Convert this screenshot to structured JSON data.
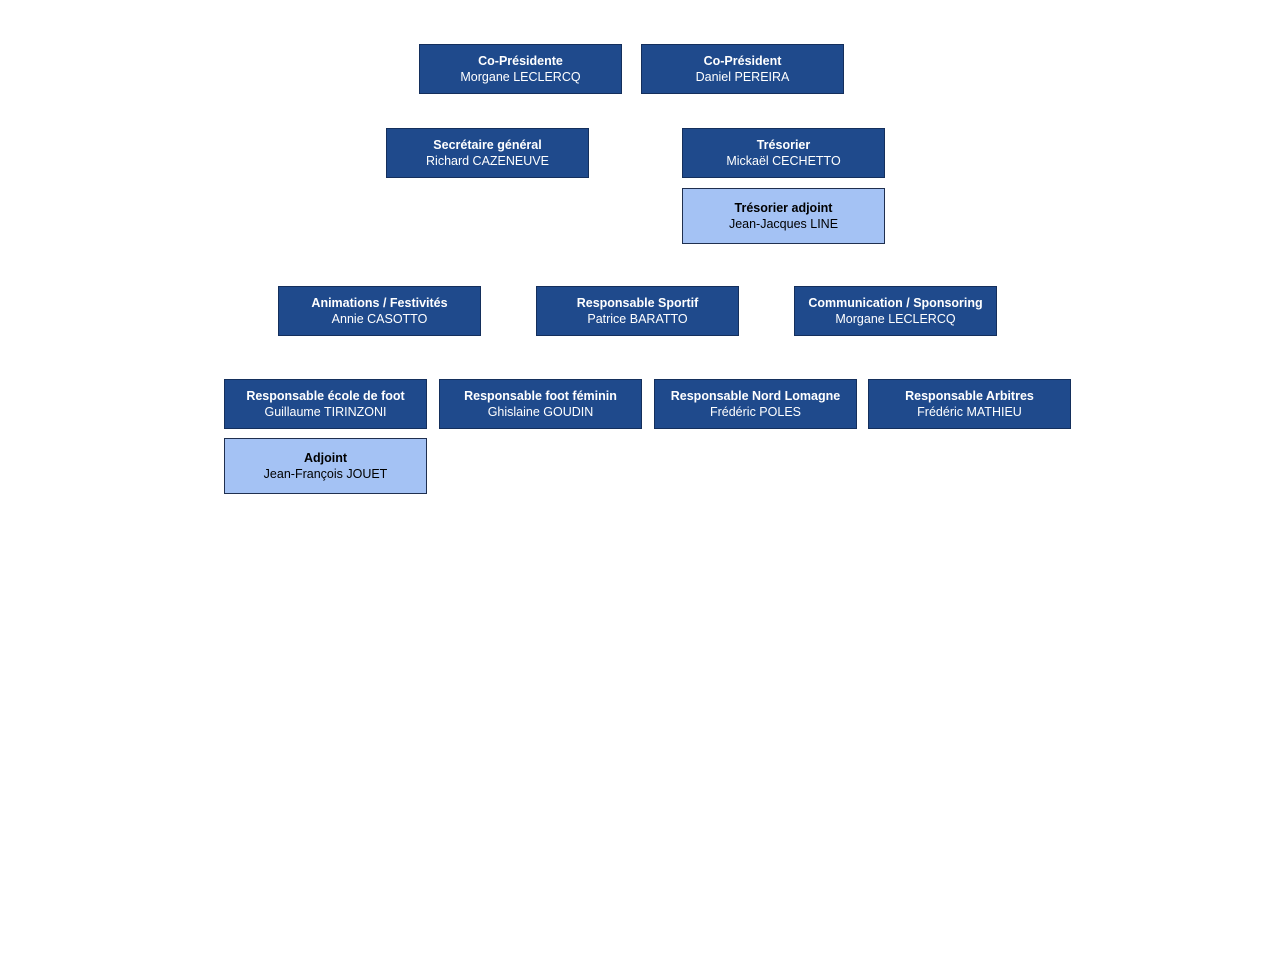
{
  "colors": {
    "primary_fill": "#1f4a8c",
    "secondary_fill": "#a4c2f4",
    "primary_text": "#ffffff",
    "secondary_text": "#000000"
  },
  "nodes": {
    "co_presidente": {
      "role": "Co-Présidente",
      "person": "Morgane LECLERCQ"
    },
    "co_president": {
      "role": "Co-Président",
      "person": "Daniel PEREIRA"
    },
    "secretaire": {
      "role": "Secrétaire général",
      "person": "Richard CAZENEUVE"
    },
    "tresorier": {
      "role": "Trésorier",
      "person": "Mickaël CECHETTO"
    },
    "tresorier_adjoint": {
      "role": "Trésorier adjoint",
      "person": "Jean-Jacques LINE"
    },
    "animations": {
      "role": "Animations / Festivités",
      "person": "Annie CASOTTO"
    },
    "sportif": {
      "role": "Responsable Sportif",
      "person": "Patrice BARATTO"
    },
    "communication": {
      "role": "Communication / Sponsoring",
      "person": "Morgane LECLERCQ"
    },
    "ecole_foot": {
      "role": "Responsable école de foot",
      "person": "Guillaume TIRINZONI"
    },
    "foot_feminin": {
      "role": "Responsable foot féminin",
      "person": "Ghislaine GOUDIN"
    },
    "nord_lomagne": {
      "role": "Responsable Nord Lomagne",
      "person": "Frédéric POLES"
    },
    "arbitres": {
      "role": "Responsable Arbitres",
      "person": "Frédéric MATHIEU"
    },
    "adjoint": {
      "role": "Adjoint",
      "person": "Jean-François JOUET"
    }
  }
}
